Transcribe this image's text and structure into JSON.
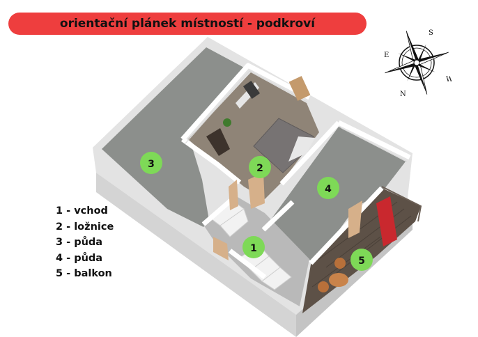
{
  "title": "orientační plánek místností - podkroví",
  "compass": {
    "letters": [
      "S",
      "W",
      "N",
      "E"
    ]
  },
  "rooms": [
    {
      "number": "1"
    },
    {
      "number": "2"
    },
    {
      "number": "3"
    },
    {
      "number": "4"
    },
    {
      "number": "5"
    }
  ],
  "legend": [
    {
      "text": "1 - vchod"
    },
    {
      "text": "2 - ložnice"
    },
    {
      "text": "3 - půda"
    },
    {
      "text": "4 - půda"
    },
    {
      "text": "5 - balkon"
    }
  ],
  "colors": {
    "banner": "#ee3e3e",
    "marker": "#7ed957",
    "floor_attic": "#8c8f8c",
    "floor_wood": "#8f8477",
    "wall": "#ffffff"
  }
}
